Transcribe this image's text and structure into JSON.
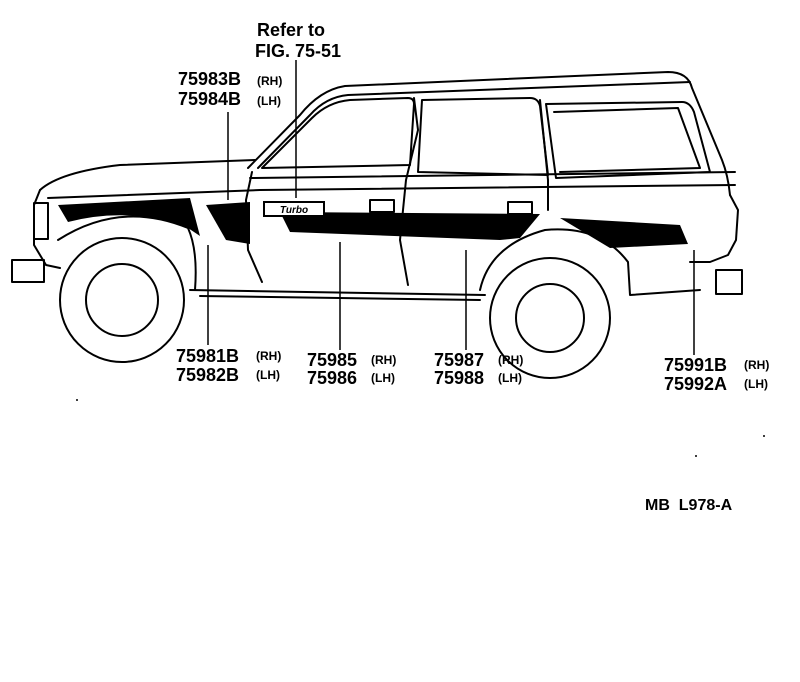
{
  "reference": {
    "line1": "Refer to",
    "line2": "FIG. 75-51"
  },
  "badge_text": "Turbo",
  "callouts": [
    {
      "id": "front-upper",
      "rh": "75983B",
      "rh_tag": "(RH)",
      "lh": "75984B",
      "lh_tag": "(LH)"
    },
    {
      "id": "front-fender",
      "rh": "75981B",
      "rh_tag": "(RH)",
      "lh": "75982B",
      "lh_tag": "(LH)"
    },
    {
      "id": "front-door",
      "rh": "75985",
      "rh_tag": "(RH)",
      "lh": "75986",
      "lh_tag": "(LH)"
    },
    {
      "id": "rear-door",
      "rh": "75987",
      "rh_tag": "(RH)",
      "lh": "75988",
      "lh_tag": "(LH)"
    },
    {
      "id": "quarter",
      "rh": "75991B",
      "rh_tag": "(RH)",
      "lh": "75992A",
      "lh_tag": "(LH)"
    }
  ],
  "figure_code": "MB  L978-A"
}
